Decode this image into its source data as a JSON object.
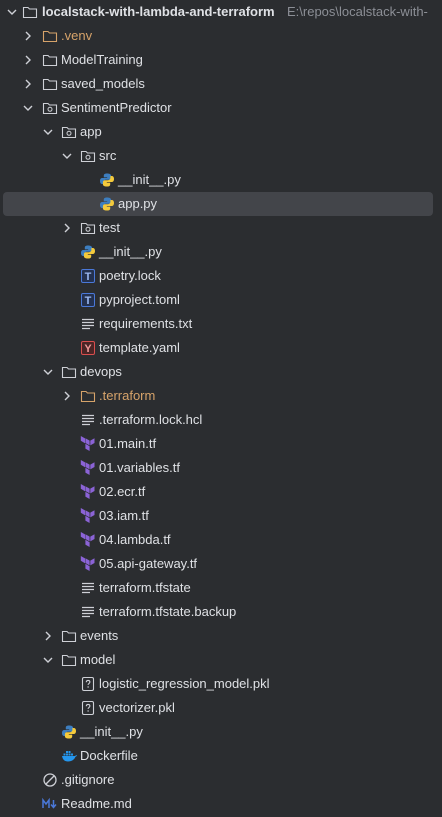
{
  "tree": {
    "root": {
      "label": "localstack-with-lambda-and-terraform",
      "path": "E:\\repos\\localstack-with-"
    },
    "items": [
      {
        "label": ".venv"
      },
      {
        "label": "ModelTraining"
      },
      {
        "label": "saved_models"
      },
      {
        "label": "SentimentPredictor"
      },
      {
        "label": "app"
      },
      {
        "label": "src"
      },
      {
        "label": "__init__.py"
      },
      {
        "label": "app.py"
      },
      {
        "label": "test"
      },
      {
        "label": "__init__.py"
      },
      {
        "label": "poetry.lock"
      },
      {
        "label": "pyproject.toml"
      },
      {
        "label": "requirements.txt"
      },
      {
        "label": "template.yaml"
      },
      {
        "label": "devops"
      },
      {
        "label": ".terraform"
      },
      {
        "label": ".terraform.lock.hcl"
      },
      {
        "label": "01.main.tf"
      },
      {
        "label": "01.variables.tf"
      },
      {
        "label": "02.ecr.tf"
      },
      {
        "label": "03.iam.tf"
      },
      {
        "label": "04.lambda.tf"
      },
      {
        "label": "05.api-gateway.tf"
      },
      {
        "label": "terraform.tfstate"
      },
      {
        "label": "terraform.tfstate.backup"
      },
      {
        "label": "events"
      },
      {
        "label": "model"
      },
      {
        "label": "logistic_regression_model.pkl"
      },
      {
        "label": "vectorizer.pkl"
      },
      {
        "label": "__init__.py"
      },
      {
        "label": "Dockerfile"
      },
      {
        "label": ".gitignore"
      },
      {
        "label": "Readme.md"
      }
    ]
  },
  "colors": {
    "background": "#2b2d30",
    "selection": "#43454a",
    "text": "#dfe1e5",
    "excluded_text": "#d6a36a",
    "path_text": "#8c8f96",
    "python_blue": "#3d7ebf",
    "python_yellow": "#f4ca3c",
    "terraform_purple": "#8b63d6",
    "toml_blue": "#4a78d8",
    "yaml_red": "#d94e4e",
    "docker_blue": "#2496ed"
  }
}
